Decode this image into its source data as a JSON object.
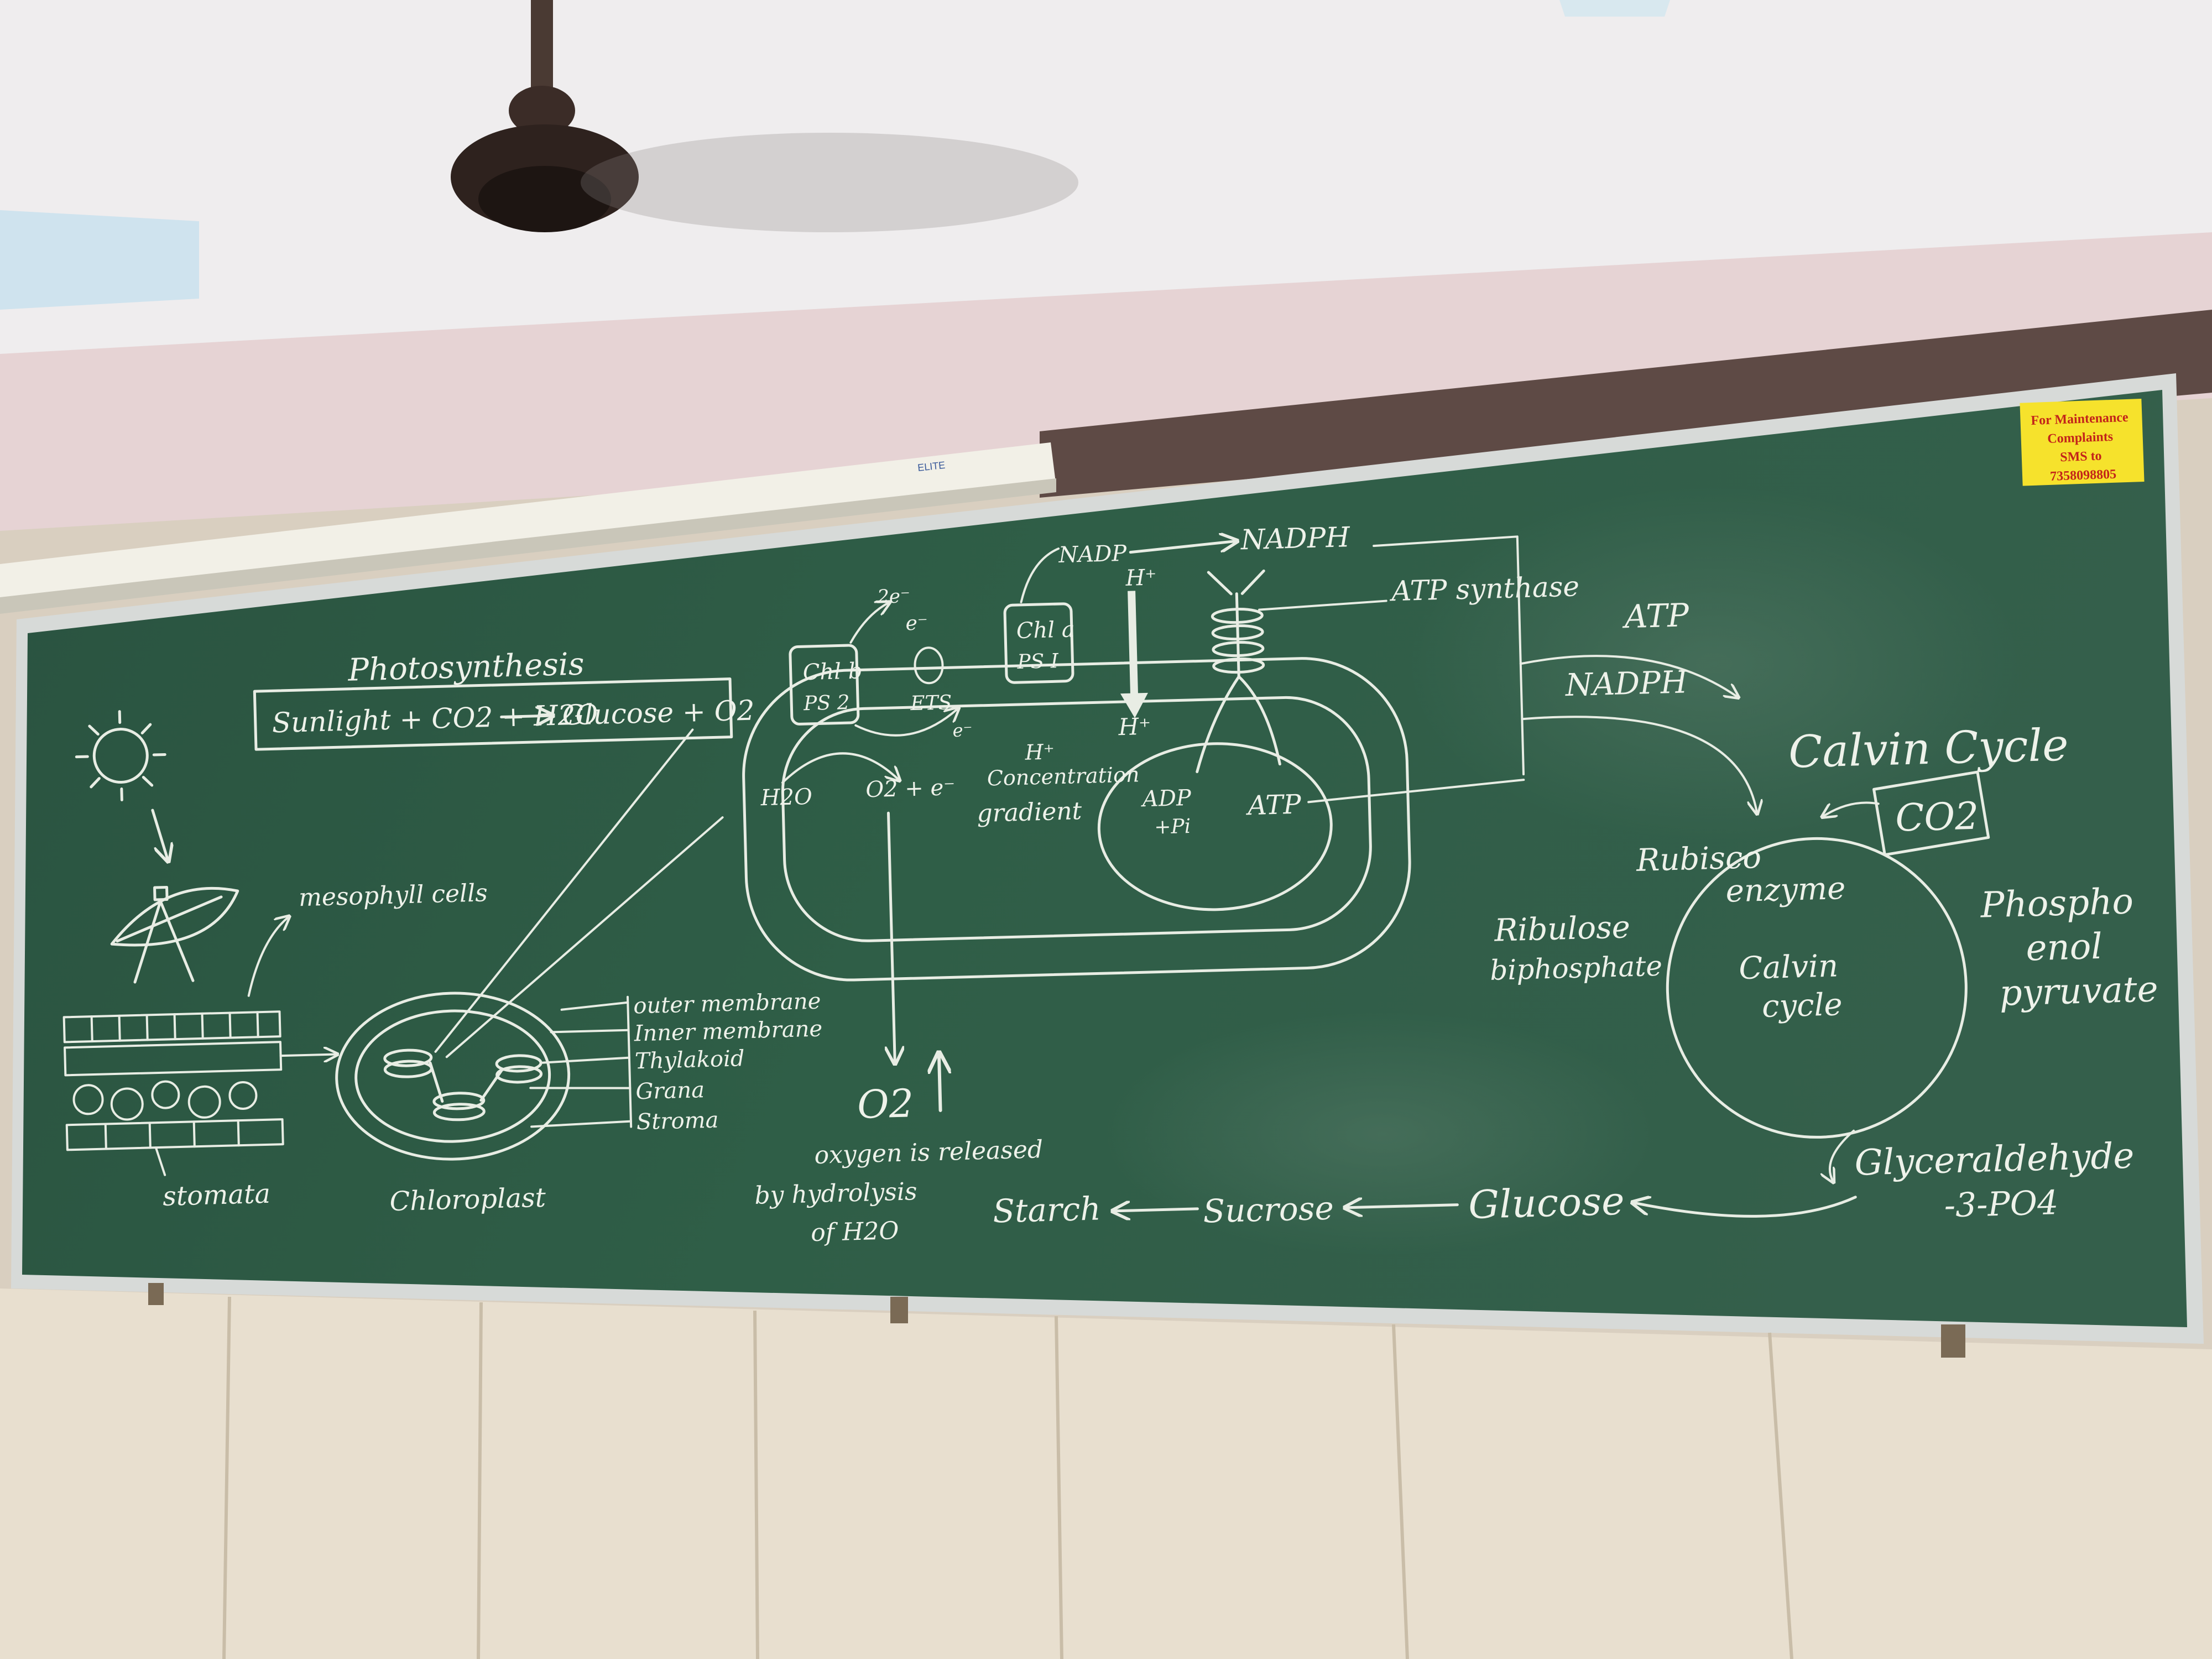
{
  "board": {
    "title": "Photosynthesis",
    "equation": {
      "reactants": "Sunlight + CO2 + H2O",
      "products": "Glucose + O2"
    },
    "leaf_labels": {
      "mesophyll": "mesophyll cells",
      "stomata": "stomata"
    },
    "chloroplast": {
      "label": "Chloroplast",
      "parts": [
        "outer membrane",
        "Inner membrane",
        "Thylakoid",
        "Grana",
        "Stroma"
      ]
    },
    "light_reaction": {
      "ps2": [
        "Chl b",
        "PS 2"
      ],
      "ps1": [
        "Chl a",
        "PS I"
      ],
      "ets": "ETS",
      "electron": "e⁻",
      "two_electrons": "2e⁻",
      "water": "H2O",
      "water_split": "O2 + e⁻",
      "nadp": "NADP",
      "nadph": "NADPH",
      "h_plus": "H⁺",
      "gradient": [
        "H⁺",
        "Concentration",
        "gradient"
      ],
      "adp": [
        "ADP",
        "+Pi"
      ],
      "atp": "ATP",
      "atp_synthase": "ATP synthase"
    },
    "oxygen": {
      "symbol": "O2",
      "note": [
        "oxygen is released",
        "by hydrolysis",
        "of H2O"
      ]
    },
    "calvin": {
      "heading": "Calvin Cycle",
      "co2": "CO2",
      "atp_in": "ATP",
      "nadph_in": "NADPH",
      "rubisco": [
        "Rubisco",
        "enzyme"
      ],
      "rubp": [
        "Ribulose",
        "biphosphate"
      ],
      "center": [
        "Calvin",
        "cycle"
      ],
      "pep": [
        "Phospho",
        "enol",
        "pyruvate"
      ],
      "g3p": [
        "Glyceraldehyde",
        "-3-PO4"
      ]
    },
    "products_chain": {
      "glucose": "Glucose",
      "sucrose": "Sucrose",
      "starch": "Starch"
    }
  },
  "notice": {
    "lines": [
      "For Maintenance",
      "Complaints",
      "SMS to",
      "7358098805"
    ],
    "color": "#f7e430"
  },
  "colors": {
    "board": "#2f5b45",
    "wall": "#e9d6d6",
    "ceiling": "#f0eeef",
    "panels": "#e8dfcf"
  }
}
